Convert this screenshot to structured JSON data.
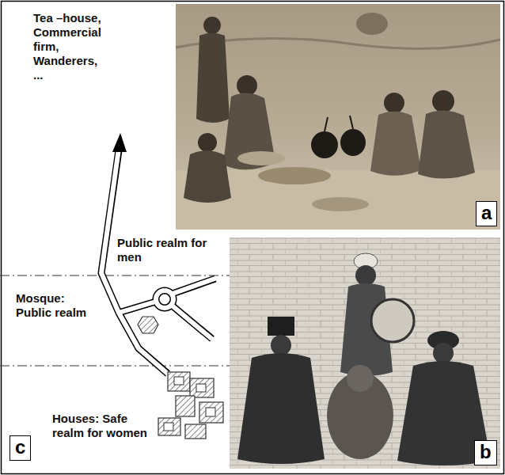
{
  "diagram": {
    "nodes": [
      {
        "text": [
          "a"
        ]
      },
      {
        "text": [
          "b"
        ]
      },
      {
        "text": [
          "c"
        ]
      }
    ],
    "labels": [
      "Tea –house, Commercial firm, Wanderers, ...",
      "Public realm for men",
      "Mosque: Public realm",
      "Houses: Safe realm for women"
    ]
  }
}
